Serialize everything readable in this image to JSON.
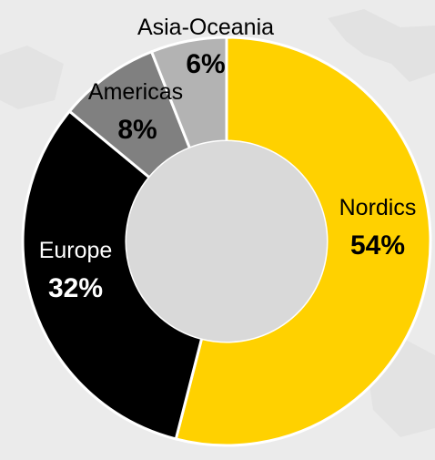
{
  "chart_data": {
    "type": "pie",
    "donut": true,
    "title": "",
    "legend": "none",
    "categories": [
      "Nordics",
      "Europe",
      "Americas",
      "Asia-Oceania"
    ],
    "values": [
      54,
      32,
      8,
      6
    ],
    "value_labels": [
      "54%",
      "32%",
      "8%",
      "6%"
    ],
    "colors": [
      "#ffd100",
      "#000000",
      "#808080",
      "#b3b3b3"
    ],
    "label_colors": [
      "#000000",
      "#ffffff",
      "#000000",
      "#000000"
    ],
    "hole_color": "#d9d9d9",
    "background_color": "#ebebeb",
    "start_angle_deg": 0,
    "direction": "clockwise"
  }
}
